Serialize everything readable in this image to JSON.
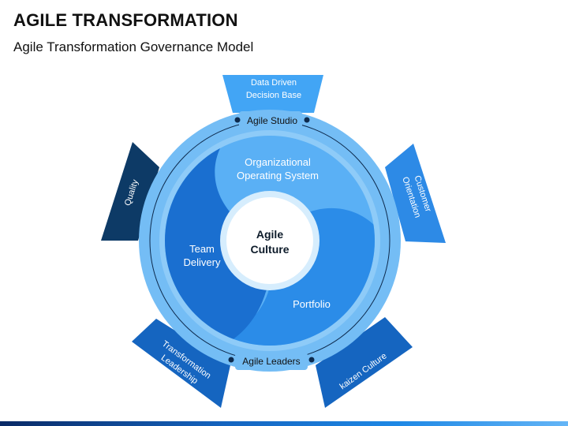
{
  "header": {
    "title": "AGILE TRANSFORMATION",
    "subtitle": "Agile Transformation Governance Model"
  },
  "outer_segments": {
    "data_driven": [
      "Data Driven",
      "Decision Base"
    ],
    "customer_orientation": [
      "Customer",
      "Orientation"
    ],
    "kaizen_culture": "kaizen Culture",
    "transformation_leadership": [
      "Transformation",
      "Leadership"
    ],
    "quality": "Quality"
  },
  "ring": {
    "top_label": "Agile Studio",
    "bottom_label": "Agile Leaders"
  },
  "inner": {
    "organizational": [
      "Organizational",
      "Operating  System"
    ],
    "team_delivery": [
      "Team",
      "Delivery"
    ],
    "portfolio": "Portfolio"
  },
  "center": [
    "Agile",
    "Culture"
  ],
  "colors": {
    "light_blue": "#42a5f5",
    "mid_blue": "#1e88e5",
    "dark_blue": "#1565c0",
    "navy": "#0d3a66",
    "ring_fill": "#74bdf5",
    "ring_inner": "#8ecbf8",
    "center_ring": "#d6edfd"
  }
}
